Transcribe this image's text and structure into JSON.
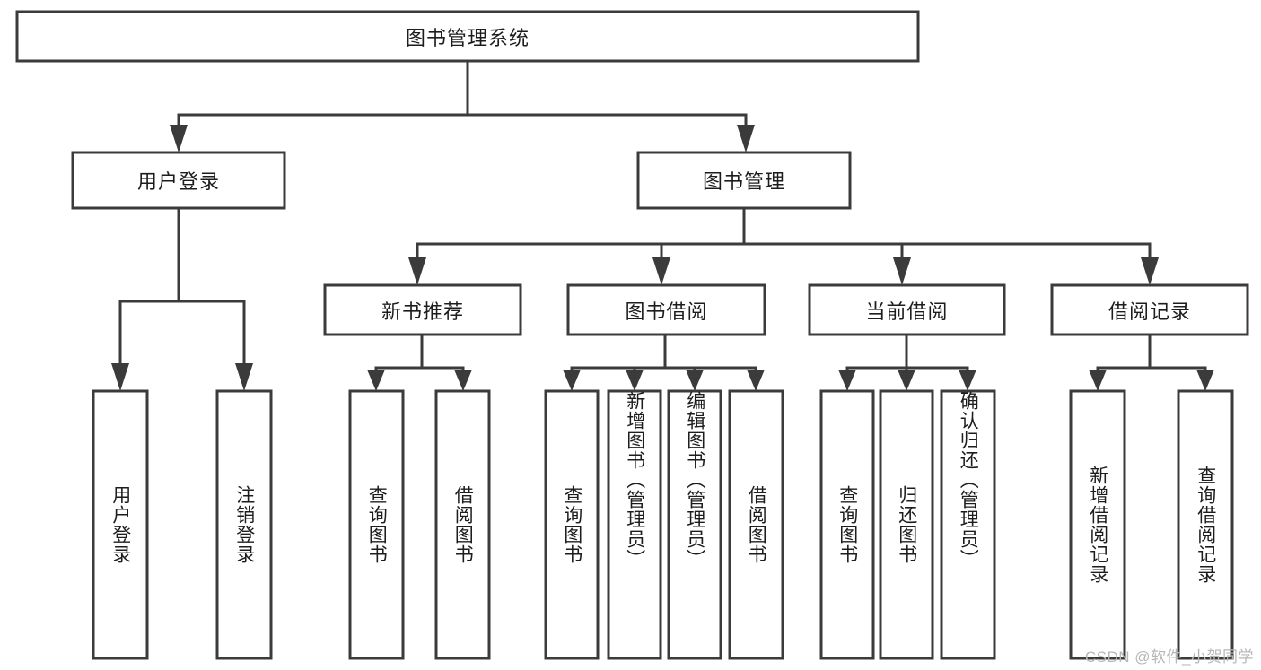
{
  "diagram": {
    "title_node": {
      "label": "图书管理系统"
    },
    "level1": [
      {
        "label": "用户登录"
      },
      {
        "label": "图书管理"
      }
    ],
    "level2": [
      {
        "label": "新书推荐"
      },
      {
        "label": "图书借阅"
      },
      {
        "label": "当前借阅"
      },
      {
        "label": "借阅记录"
      }
    ],
    "leaves": {
      "user_login": [
        {
          "label": "用户登录"
        },
        {
          "label": "注销登录"
        }
      ],
      "new_book_recommend": [
        {
          "label": "查询图书"
        },
        {
          "label": "借阅图书"
        }
      ],
      "book_borrow": [
        {
          "label": "查询图书"
        },
        {
          "label": "新增图书（管理员）"
        },
        {
          "label": "编辑图书（管理员）"
        },
        {
          "label": "借阅图书"
        }
      ],
      "current_borrow": [
        {
          "label": "查询图书"
        },
        {
          "label": "归还图书"
        },
        {
          "label": "确认归还（管理员）"
        }
      ],
      "borrow_record": [
        {
          "label": "新增借阅记录"
        },
        {
          "label": "查询借阅记录"
        }
      ]
    }
  },
  "watermark": {
    "text": "CSDN @软件_小贺同学"
  },
  "colors": {
    "stroke": "#3b3b3b",
    "box_fill": "#ffffff",
    "text": "#1d1d1d",
    "watermark": "#b7b7b7",
    "background": "#ffffff"
  }
}
